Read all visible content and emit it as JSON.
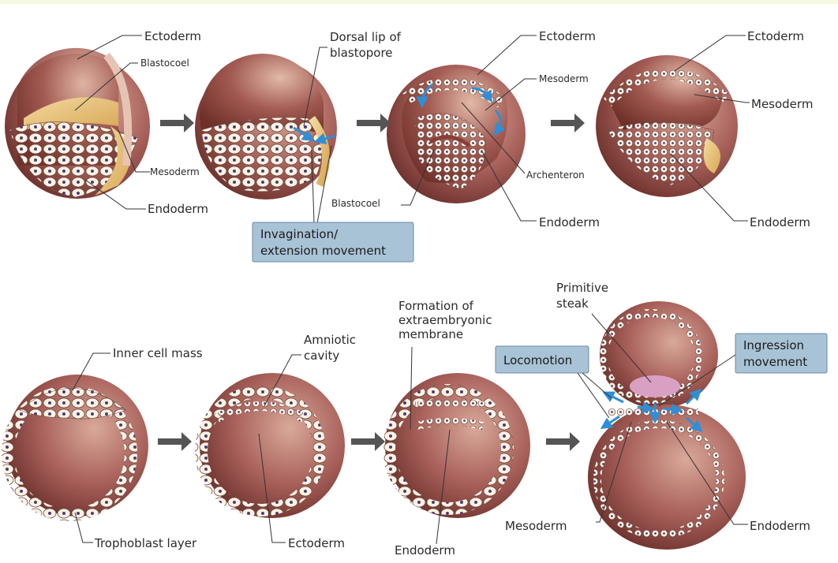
{
  "top_row": {
    "stage1": {
      "ectoderm": "Ectoderm",
      "blastocoel": "Blastocoel",
      "mesoderm": "Mesoderm",
      "endoderm": "Endoderm"
    },
    "stage2": {
      "dorsal_lip": "Dorsal lip of",
      "dorsal_lip_2": "blastopore",
      "movement_box_1": "Invagination/",
      "movement_box_2": "extension movement"
    },
    "stage3": {
      "ectoderm": "Ectoderm",
      "mesoderm": "Mesoderm",
      "archenteron": "Archenteron",
      "blastocoel": "Blastocoel",
      "endoderm": "Endoderm"
    },
    "stage4": {
      "ectoderm": "Ectoderm",
      "mesoderm": "Mesoderm",
      "endoderm": "Endoderm"
    }
  },
  "bottom_row": {
    "stage1": {
      "inner_cell_mass": "Inner cell mass",
      "trophoblast": "Trophoblast layer"
    },
    "stage2": {
      "amniotic_1": "Amniotic",
      "amniotic_2": "cavity",
      "ectoderm": "Ectoderm"
    },
    "stage3": {
      "formation_1": "Formation of",
      "formation_2": "extraembryonic",
      "formation_3": "membrane",
      "endoderm": "Endoderm"
    },
    "stage4": {
      "primitive_1": "Primitive",
      "primitive_2": "steak",
      "locomotion": "Locomotion",
      "ingression_1": "Ingression",
      "ingression_2": "movement",
      "mesoderm": "Mesoderm",
      "endoderm": "Endoderm"
    }
  },
  "colors": {
    "embryo_dark": "#7a3a32",
    "embryo_mid": "#a8605a",
    "embryo_light": "#d9a99a",
    "yolk": "#e8c27a",
    "label_box": "#a9c3d6",
    "blue_arrow": "#2e8fd6"
  }
}
